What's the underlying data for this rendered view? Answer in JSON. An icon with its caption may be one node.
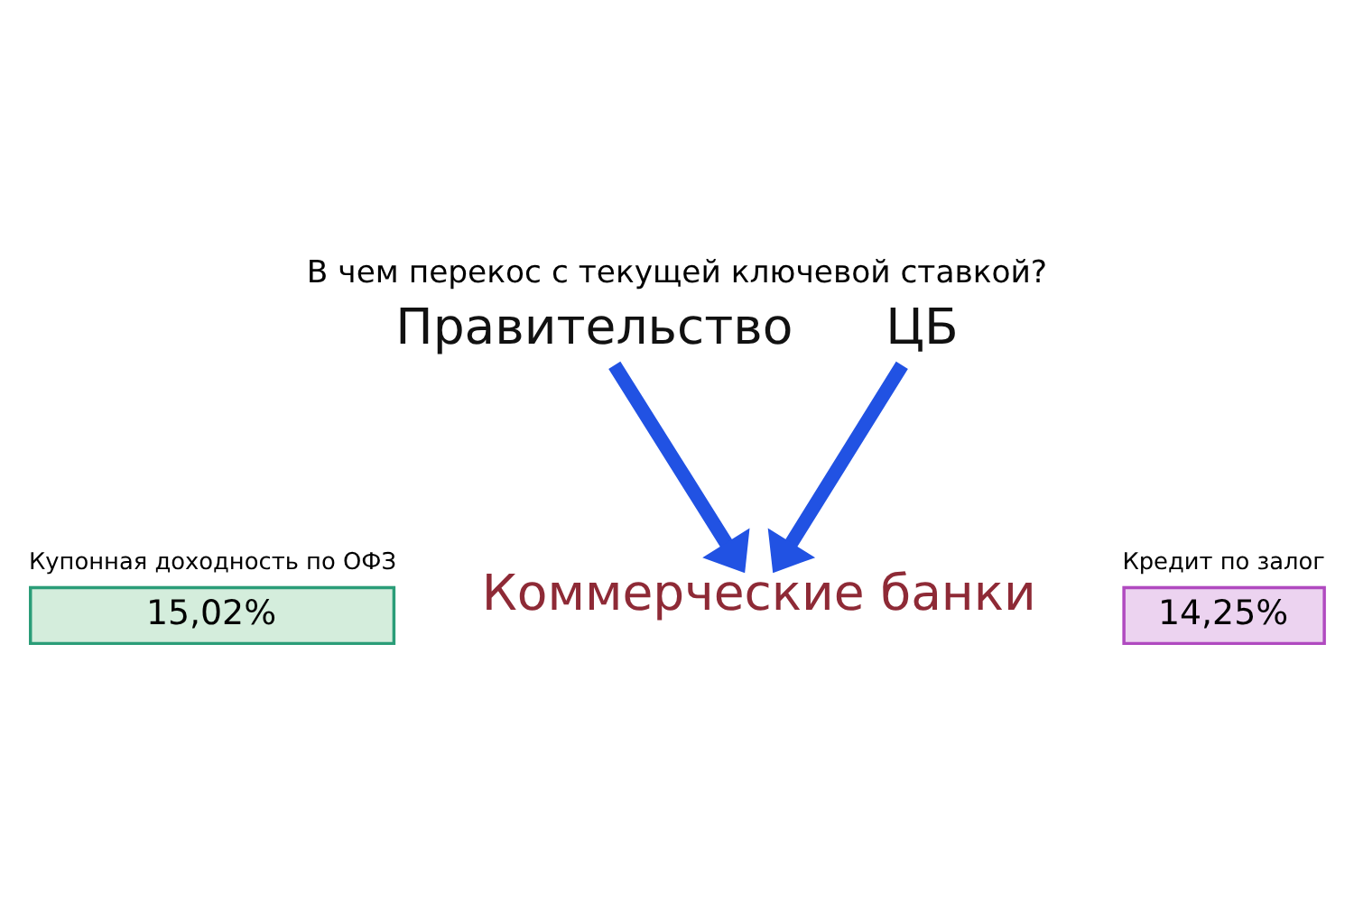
{
  "diagram": {
    "title": "В чем перекос с текущей ключевой ставкой?",
    "nodes": [
      {
        "text": [
          "Правительство"
        ]
      },
      {
        "text": [
          "ЦБ"
        ]
      },
      {
        "text": [
          "Купонная доходность по ОФЗ",
          "15,02%"
        ]
      },
      {
        "text": [
          "Кредит по залог",
          "14,25%"
        ]
      },
      {
        "text": [
          "Коммерческие банки"
        ]
      }
    ],
    "edges": [
      {
        "from": 0,
        "to": 4,
        "arrow": "to"
      },
      {
        "from": 1,
        "to": 4,
        "arrow": "to"
      }
    ]
  }
}
